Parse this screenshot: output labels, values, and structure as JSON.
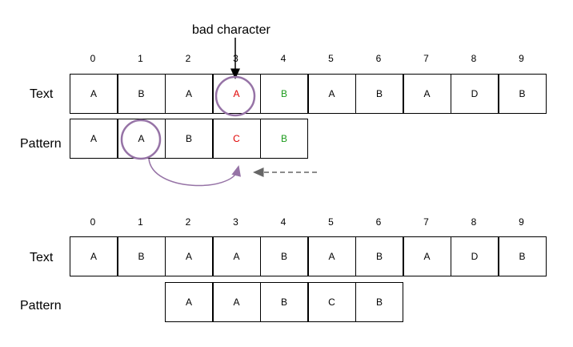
{
  "annotation": {
    "bad_character_label": "bad character"
  },
  "colors": {
    "mismatch": "#e00000",
    "match": "#1a9a1a",
    "highlight": "#9673a6",
    "dashed_arrow": "#666666"
  },
  "before": {
    "indices": [
      "0",
      "1",
      "2",
      "3",
      "4",
      "5",
      "6",
      "7",
      "8",
      "9"
    ],
    "text_label": "Text",
    "text": [
      "A",
      "B",
      "A",
      "A",
      "B",
      "A",
      "B",
      "A",
      "D",
      "B"
    ],
    "pattern_label": "Pattern",
    "pattern": [
      "A",
      "A",
      "B",
      "C",
      "B"
    ]
  },
  "after": {
    "indices": [
      "0",
      "1",
      "2",
      "3",
      "4",
      "5",
      "6",
      "7",
      "8",
      "9"
    ],
    "text_label": "Text",
    "text": [
      "A",
      "B",
      "A",
      "A",
      "B",
      "A",
      "B",
      "A",
      "D",
      "B"
    ],
    "pattern_label": "Pattern",
    "pattern": [
      "A",
      "A",
      "B",
      "C",
      "B"
    ]
  }
}
